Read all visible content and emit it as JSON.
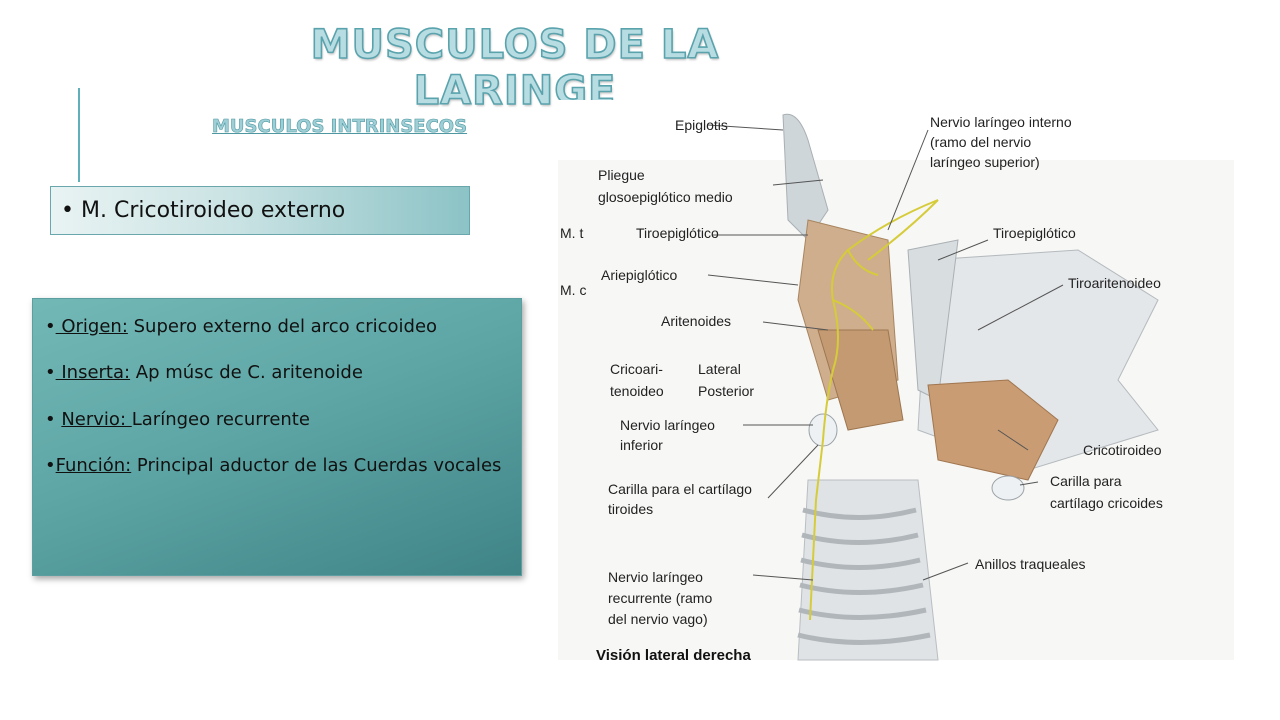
{
  "title": "MUSCULOS DE LA LARINGE",
  "subtitle": "MUSCULOS  INTRINSECOS",
  "muscle": "M. Cricotiroideo externo",
  "bullets": [
    {
      "label": " Origen:",
      "text": " Supero externo del arco cricoideo"
    },
    {
      "label": " Inserta:",
      "text": "  Ap músc de C. aritenoide"
    },
    {
      "label": "Nervio: ",
      "text": "Laríngeo recurrente"
    },
    {
      "label": "Función:",
      "text": " Principal aductor de las Cuerdas vocales"
    }
  ],
  "figure": {
    "labels": {
      "epiglotis": "Epiglotis",
      "pliegue1": "Pliegue",
      "pliegue2": "glosoepiglótico medio",
      "tiroepi_left": "Tiroepiglótico",
      "ariepi": "Ariepiglótico",
      "aritenoides": "Aritenoides",
      "cricoari1": "Cricoari-",
      "cricoari2": "tenoideo",
      "lateral": "Lateral",
      "posterior": "Posterior",
      "nervio_inf1": "Nervio laríngeo",
      "nervio_inf2": "inferior",
      "carilla_tir1": "Carilla para el cartílago",
      "carilla_tir2": "tiroides",
      "nervio_rec1": "Nervio laríngeo",
      "nervio_rec2": "recurrente (ramo",
      "nervio_rec3": "del nervio vago)",
      "nervio_int1": "Nervio laríngeo interno",
      "nervio_int2": "(ramo del nervio",
      "nervio_int3": "laríngeo superior)",
      "tiroepi_right": "Tiroepiglótico",
      "tiroaritenoideo": "Tiroaritenoideo",
      "cricotiroideo": "Cricotiroideo",
      "carilla_cric1": "Carilla para",
      "carilla_cric2": "cartílago cricoides",
      "anillos": "Anillos traqueales",
      "caption": "Visión lateral derecha",
      "edge1": "M. t",
      "edge2": "M. c"
    }
  }
}
